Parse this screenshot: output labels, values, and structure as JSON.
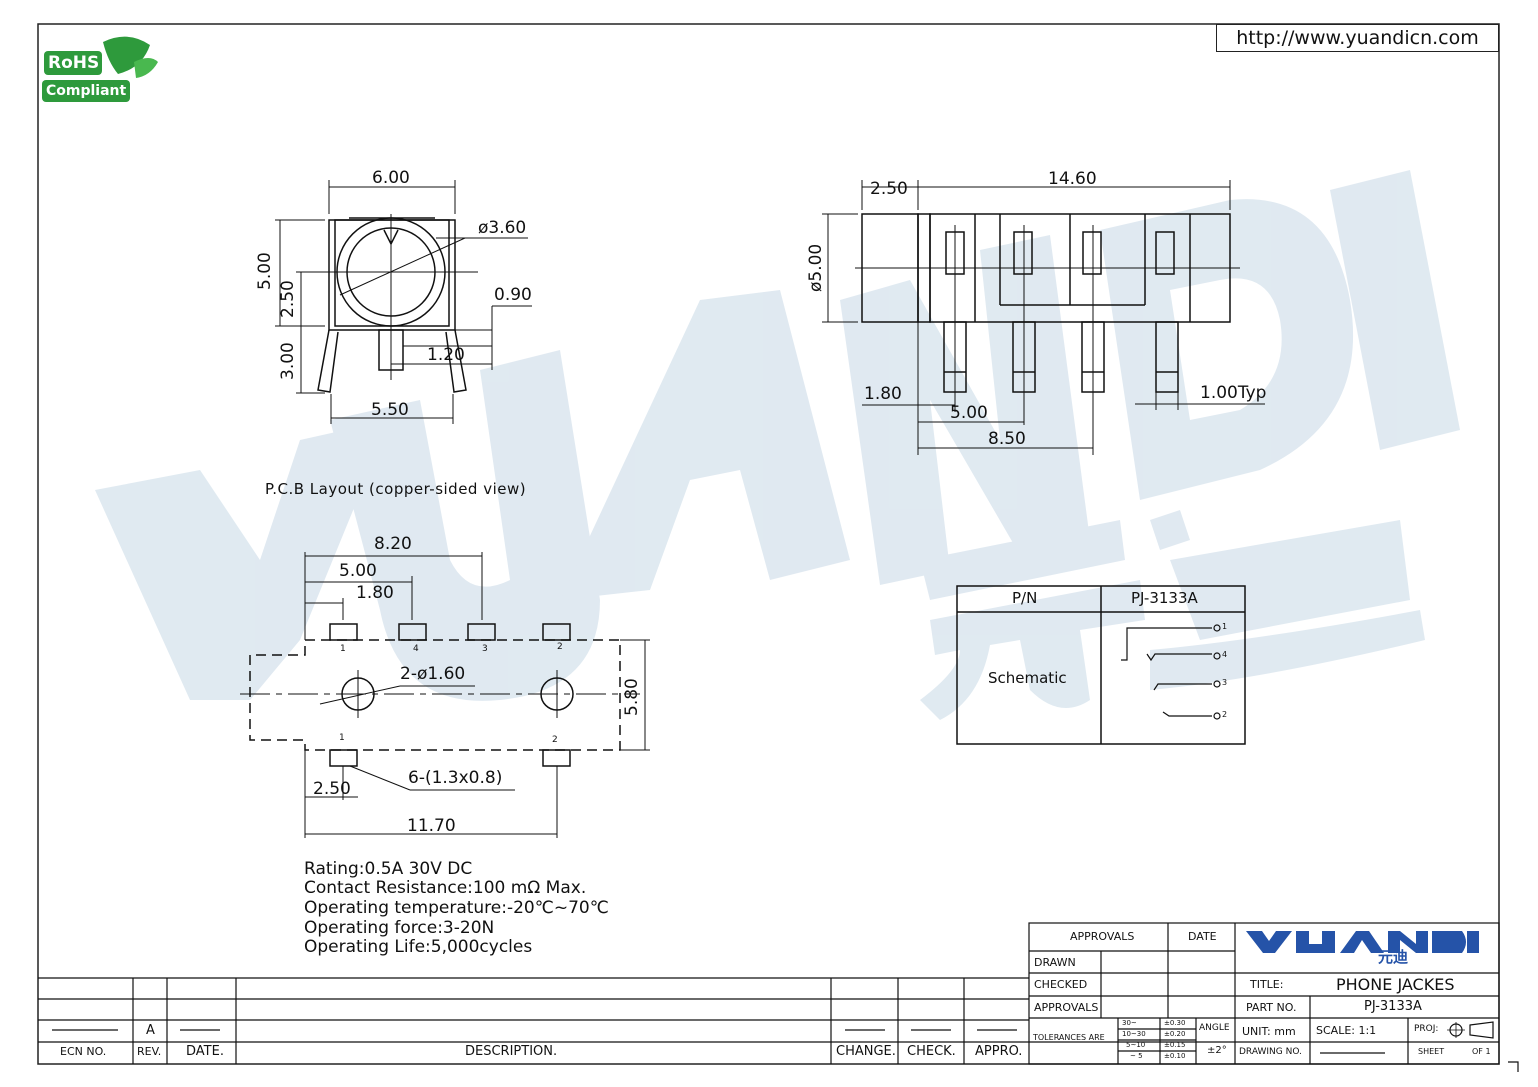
{
  "header": {
    "url": "http://www.yuandicn.com",
    "rohs_line1": "RoHS",
    "rohs_line2": "Compliant"
  },
  "watermark": {
    "brand": "YUANDI",
    "chinese": "元迪"
  },
  "front_view": {
    "d_width": "6.00",
    "d_bore": "ø3.60",
    "d_height": "5.00",
    "d_center": "2.50",
    "d_pin_w": "0.90",
    "d_pin_len": "3.00",
    "d_offset": "1.20",
    "d_pin_span": "5.50"
  },
  "side_view": {
    "d_nose": "2.50",
    "d_length": "14.60",
    "d_dia": "ø5.00",
    "d_first": "1.80",
    "d_pitch": "5.00",
    "d_span": "8.50",
    "d_pin_w": "1.00Typ"
  },
  "pcb": {
    "caption": "P.C.B Layout (copper-sided view)",
    "d_total": "8.20",
    "d_mid": "5.00",
    "d_first": "1.80",
    "d_holes": "2-ø1.60",
    "d_height": "5.80",
    "d_pads": "6-(1.3x0.8)",
    "d_edge": "2.50",
    "d_length": "11.70",
    "pad_labels_top": [
      "1",
      "4",
      "3",
      "2"
    ],
    "pad_labels_bottom": [
      "1",
      "2"
    ]
  },
  "spec_lines": [
    "Rating:0.5A 30V DC",
    "Contact Resistance:100 mΩ Max.",
    "Operating temperature:-20℃~70℃",
    "Operating force:3-20N",
    "Operating Life:5,000cycles"
  ],
  "pn_table": {
    "pn_header": "P/N",
    "pn_value": "PJ-3133A",
    "schematic_label": "Schematic",
    "terminals": [
      "1",
      "4",
      "3",
      "2"
    ]
  },
  "revision_block": {
    "rev": "A",
    "ecn_no": "ECN NO.",
    "rev_label": "REV.",
    "date_label": "DATE.",
    "description": "DESCRIPTION.",
    "change": "CHANGE.",
    "check": "CHECK.",
    "appro": "APPRO."
  },
  "title_block": {
    "approvals": "APPROVALS",
    "date": "DATE",
    "drawn": "DRAWN",
    "checked": "CHECKED",
    "approvals2": "APPROVALS",
    "tolerances": "TOLERANCES ARE",
    "tol_ranges": [
      "30~",
      "10~30",
      "5~10",
      "~ 5"
    ],
    "tol_values": [
      "±0.30",
      "±0.20",
      "±0.15",
      "±0.10"
    ],
    "angle": "ANGLE",
    "angle_val": "±2°",
    "brand": "YUANDI",
    "brand_cn": "元迪",
    "title_label": "TITLE:",
    "title_value": "PHONE JACKES",
    "part_label": "PART NO.",
    "part_value": "PJ-3133A",
    "unit": "UNIT: mm",
    "scale": "SCALE: 1:1",
    "proj": "PROJ:",
    "drawing_no": "DRAWING NO.",
    "sheet": "SHEET",
    "of": "OF 1"
  }
}
